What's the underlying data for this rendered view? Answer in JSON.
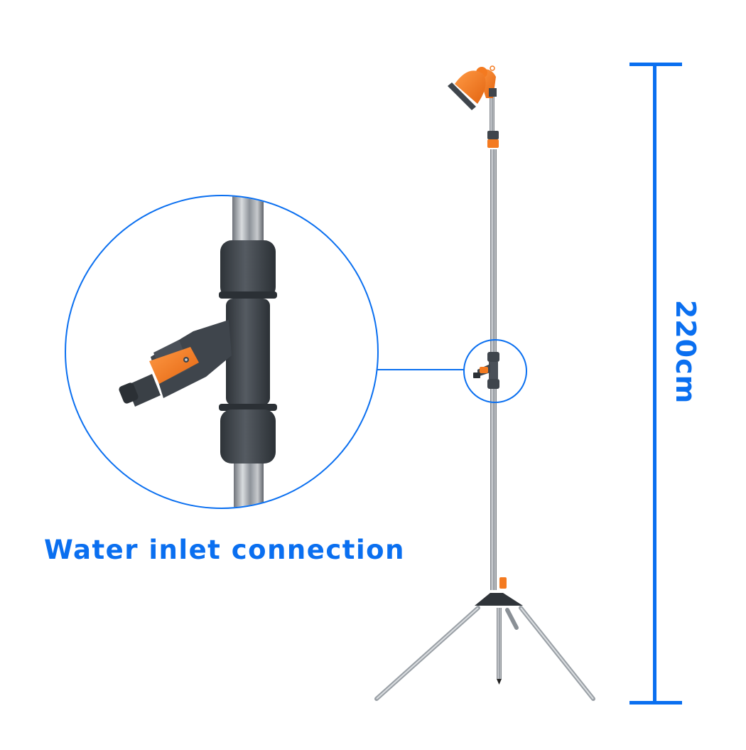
{
  "caption": {
    "text": "Water inlet connection"
  },
  "dimension": {
    "label": "220cm"
  },
  "colors": {
    "accent_blue": "#0a6ff0",
    "product_orange": "#f47a20",
    "product_dark_gray": "#3f454c",
    "steel": "#a9adb3",
    "background": "#ffffff"
  },
  "illustration": {
    "product": "tripod outdoor shower stand with orange shower head",
    "callout": "magnified view of water inlet connection valve"
  }
}
